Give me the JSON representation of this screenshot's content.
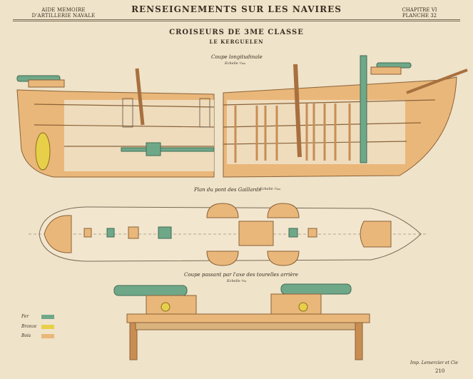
{
  "header": {
    "left_line1": "AIDE MEMOIRE",
    "left_line2": "D'ARTILLERIE NAVALE",
    "center": "RENSEIGNEMENTS SUR LES NAVIRES",
    "right_line1": "CHAPITRE VI",
    "right_line2": "PLANCHE 32"
  },
  "title": {
    "line1": "CROISEURS DE 3ME CLASSE",
    "line2": "LE KERGUELEN"
  },
  "sections": {
    "longitudinal": {
      "caption": "Coupe longitudinale",
      "scale": "Echelle ¹⁄₁₀₀"
    },
    "deck_plan": {
      "caption": "Plan du pont des Gaillards",
      "scale": "Echelle ¹⁄₁₀₀"
    },
    "cross_section": {
      "caption": "Coupe passant par l'axe des tourelles arrière",
      "scale": "Echelle ¹⁄₅₀"
    }
  },
  "legend": [
    {
      "label": "Fer",
      "color": "#6fa889"
    },
    {
      "label": "Bronze",
      "color": "#e8cf4a"
    },
    {
      "label": "Bois",
      "color": "#eab77a"
    }
  ],
  "footer": {
    "printer": "Imp. Lemercier et Cie",
    "page": "210"
  },
  "colors": {
    "paper": "#efe3c9",
    "wood": "#eab77a",
    "wood_dark": "#c98d52",
    "iron": "#6fa889",
    "bronze": "#e8cf4a",
    "ink": "#3a2f24"
  }
}
